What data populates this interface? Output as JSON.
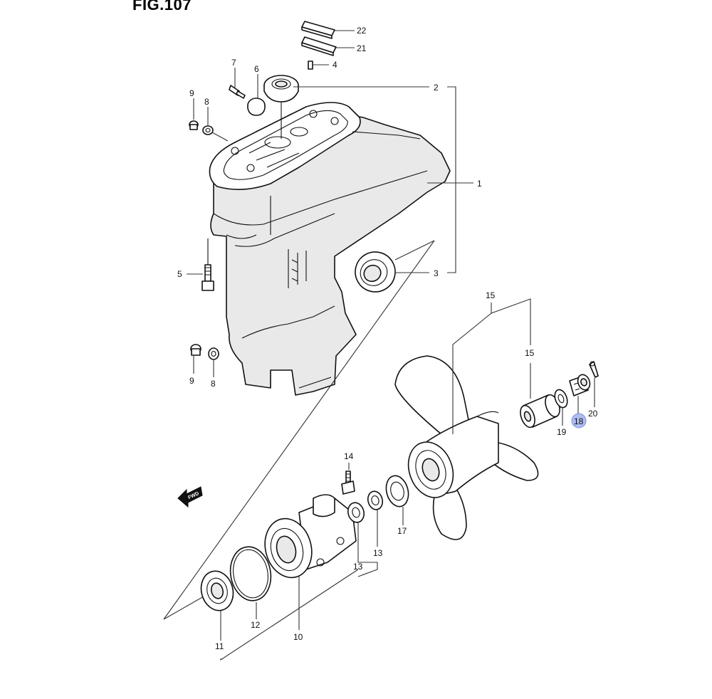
{
  "figure": {
    "title": "FIG.107"
  },
  "callouts": {
    "c1": "1",
    "c2": "2",
    "c3": "3",
    "c4": "4",
    "c5": "5",
    "c6": "6",
    "c7": "7",
    "c8a": "8",
    "c8b": "8",
    "c9a": "9",
    "c9b": "9",
    "c10": "10",
    "c11": "11",
    "c12": "12",
    "c13a": "13",
    "c13b": "13",
    "c14": "14",
    "c15a": "15",
    "c15b": "15",
    "c17": "17",
    "c18": "18",
    "c19": "19",
    "c20": "20",
    "c21": "21",
    "c22": "22"
  },
  "highlight": {
    "part": "18",
    "color": "#aebcf0"
  },
  "direction_badge": {
    "text": "FWD"
  }
}
